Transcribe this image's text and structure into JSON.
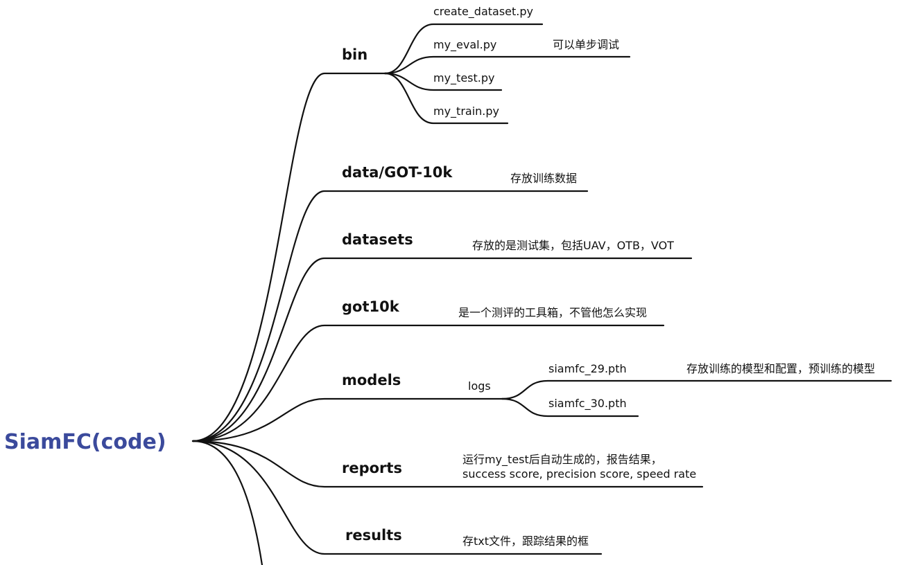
{
  "root": {
    "label": "SiamFC(code)",
    "color": "#3b4a9c"
  },
  "branches": [
    {
      "id": "bin",
      "label": "bin",
      "children": [
        {
          "id": "create-dataset",
          "label": "create_dataset.py"
        },
        {
          "id": "my-eval",
          "label": "my_eval.py",
          "note": "可以单步调试"
        },
        {
          "id": "my-test",
          "label": "my_test.py"
        },
        {
          "id": "my-train",
          "label": "my_train.py"
        }
      ]
    },
    {
      "id": "data-got10k",
      "label": "data/GOT-10k",
      "note": "存放训练数据"
    },
    {
      "id": "datasets",
      "label": "datasets",
      "note": "存放的是测试集，包括UAV，OTB，VOT"
    },
    {
      "id": "got10k",
      "label": "got10k",
      "note": "是一个测评的工具箱，不管他怎么实现"
    },
    {
      "id": "models",
      "label": "models",
      "children": [
        {
          "id": "logs",
          "label": "logs",
          "children": [
            {
              "id": "siamfc-29",
              "label": "siamfc_29.pth",
              "note": "存放训练的模型和配置，预训练的模型"
            },
            {
              "id": "siamfc-30",
              "label": "siamfc_30.pth"
            }
          ]
        }
      ]
    },
    {
      "id": "reports",
      "label": "reports",
      "note_lines": [
        "运行my_test后自动生成的，报告结果，",
        "success score, precision score, speed rate"
      ]
    },
    {
      "id": "results",
      "label": "results",
      "note": "存txt文件，跟踪结果的框"
    }
  ]
}
